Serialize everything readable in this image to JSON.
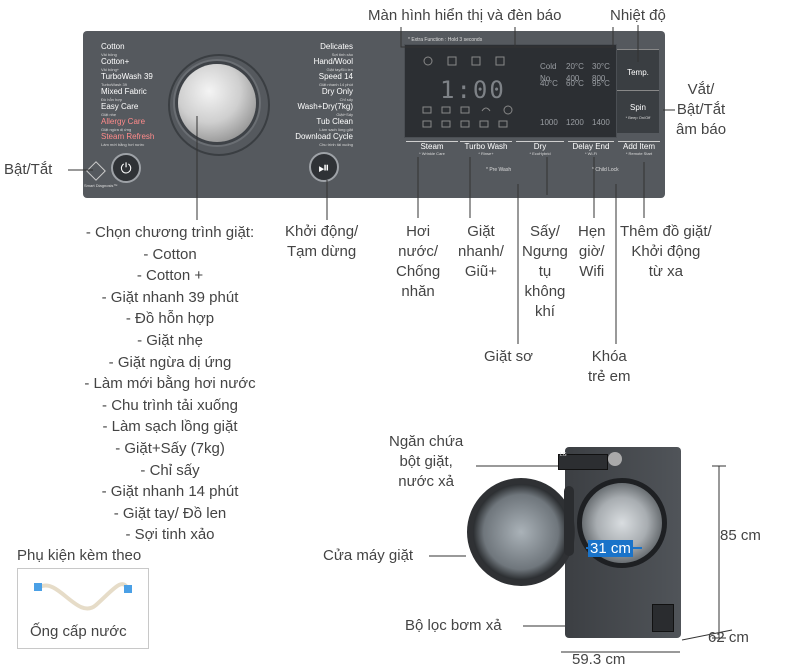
{
  "panel": {
    "programs_left": [
      {
        "label": "Cotton",
        "sub": "Vải bông",
        "red": false
      },
      {
        "label": "Cotton+",
        "sub": "Vải bông+",
        "red": false
      },
      {
        "label": "TurboWash 39",
        "sub": "TurboWash 39",
        "red": false
      },
      {
        "label": "Mixed Fabric",
        "sub": "Đồ hỗn hợp",
        "red": false
      },
      {
        "label": "Easy Care",
        "sub": "Giặt nhẹ",
        "red": false
      },
      {
        "label": "Allergy Care",
        "sub": "Giặt ngừa dị ứng",
        "red": true
      },
      {
        "label": "Steam Refresh",
        "sub": "Làm mới bằng hơi nước",
        "red": true
      }
    ],
    "programs_right": [
      {
        "label": "Delicates",
        "sub": "Sợi tinh xảo"
      },
      {
        "label": "Hand/Wool",
        "sub": "Giặt tay/Đồ len"
      },
      {
        "label": "Speed 14",
        "sub": "Giặt nhanh 14 phút"
      },
      {
        "label": "Dry Only",
        "sub": "Chỉ sấy"
      },
      {
        "label": "Wash+Dry(7kg)",
        "sub": "Giặt+Sấy"
      },
      {
        "label": "Tub Clean",
        "sub": "Làm sạch lồng giặt"
      },
      {
        "label": "Download Cycle",
        "sub": "Chu trình tải xuống"
      }
    ],
    "smart_diagnosis": "Smart Diagnosis™",
    "extra_function": "* Extra Function : Hold 3 seconds",
    "display": {
      "digits": "1:00",
      "temps": [
        "Cold",
        "20°C",
        "30°C",
        "40°C",
        "60°C",
        "95°C"
      ],
      "spins": [
        "No",
        "400",
        "800",
        "1000",
        "1200",
        "1400"
      ]
    },
    "function_buttons": [
      {
        "label": "Steam",
        "sub": "* Wrinkle Care"
      },
      {
        "label": "Turbo Wash",
        "sub": "* Rinse+"
      },
      {
        "label": "Dry",
        "sub": "* EcoHybrid"
      },
      {
        "label": "Delay End",
        "sub": "* Wi-Fi"
      },
      {
        "label": "Add Item",
        "sub": "* Remote Start"
      }
    ],
    "pre_wash": "* Pre Wash",
    "child_lock": "* Child Lock",
    "right_buttons": [
      {
        "label": "Temp.",
        "sub": ""
      },
      {
        "label": "Spin",
        "sub": "* Beep On/Off"
      }
    ]
  },
  "labels": {
    "display_lights": "Màn hình hiển thị và đèn báo",
    "temperature": "Nhiệt độ",
    "spin": "Vắt/\nBật/Tắt\nâm báo",
    "power": "Bật/Tắt",
    "start_pause": "Khởi động/\nTạm dừng",
    "steam": "Hơi\nnước/\nChống\nnhăn",
    "turbo": "Giặt\nnhanh/\nGiũ+",
    "dry": "Sấy/\nNgưng\ntụ\nkhông\nkhí",
    "delay": "Hẹn\ngiờ/\nWifi",
    "add_item": "Thêm đồ giặt/\nKhởi động\ntừ xa",
    "pre_wash": "Giặt sơ",
    "child_lock": "Khóa\ntrẻ em",
    "detergent": "Ngăn chứa\nbột giặt,\nnước xả",
    "door": "Cửa máy giặt",
    "filter": "Bộ lọc bơm xả",
    "accessory_title": "Phụ kiện kèm theo",
    "accessory_item": "Ống cấp nước"
  },
  "program_list": [
    "- Chọn chương trình giặt:",
    "- Cotton",
    "- Cotton +",
    "- Giặt nhanh 39 phút",
    "- Đồ hỗn hợp",
    "- Giặt nhẹ",
    "- Giặt ngừa dị ứng",
    "- Làm mới bằng hơi nước",
    "- Chu trình tải xuống",
    "- Làm sạch lồng giặt",
    "- Giặt+Sấy (7kg)",
    "- Chỉ sấy",
    "- Giặt nhanh 14 phút",
    "- Giặt tay/ Đồ len",
    "- Sợi tinh xảo"
  ],
  "dimensions": {
    "height": "85 cm",
    "depth": "62 cm",
    "width": "59.3 cm",
    "drum": "31 cm"
  },
  "colors": {
    "panel": "#55595e",
    "accent_drum": "#1a73c9"
  }
}
